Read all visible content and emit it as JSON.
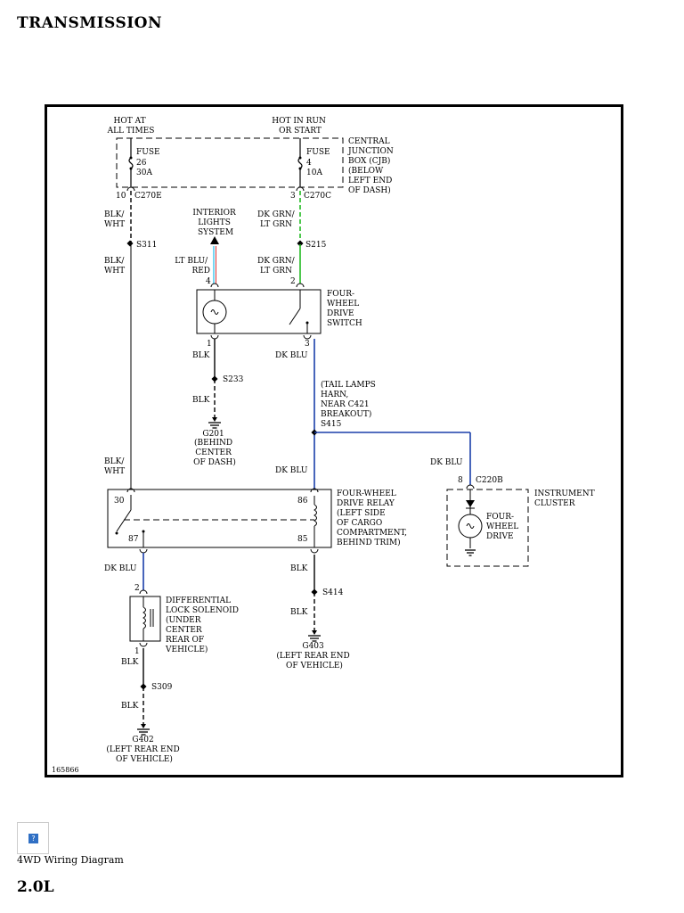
{
  "page": {
    "title": "TRANSMISSION",
    "caption": "4WD Wiring Diagram",
    "subheading": "2.0L"
  },
  "image": {
    "icon": "broken-image-icon",
    "glyph": "?"
  },
  "colors": {
    "green": "#22bb22",
    "blue": "#1a3faa",
    "light_blue": "#55ccee",
    "red": "#dd3333"
  },
  "diagram": {
    "figure_number": "165866",
    "power": {
      "hot_at_all_times": [
        "HOT AT",
        "ALL TIMES"
      ],
      "hot_in_run": [
        "HOT IN RUN",
        "OR START"
      ]
    },
    "fuse_26": [
      "FUSE",
      "26",
      "30A"
    ],
    "fuse_4": [
      "FUSE",
      "4",
      "10A"
    ],
    "cjb": [
      "CENTRAL",
      "JUNCTION",
      "BOX (CJB)",
      "(BELOW",
      "LEFT END",
      "OF DASH)"
    ],
    "c270e": {
      "pin": "10",
      "name": "C270E"
    },
    "c270c": {
      "pin": "3",
      "name": "C270C"
    },
    "wire_blk_wht": [
      "BLK/",
      "WHT"
    ],
    "wire_dk_grn_lt_grn": [
      "DK GRN/",
      "LT GRN"
    ],
    "s311": "S311",
    "s215": "S215",
    "interior_lights": [
      "INTERIOR",
      "LIGHTS",
      "SYSTEM"
    ],
    "wire_lt_blu_red": [
      "LT BLU/",
      "RED"
    ],
    "switch_pins": {
      "p4": "4",
      "p2": "2",
      "p1": "1",
      "p3": "3"
    },
    "four_wheel_drive_switch": [
      "FOUR-",
      "WHEEL",
      "DRIVE",
      "SWITCH"
    ],
    "wire_blk": "BLK",
    "wire_dk_blu": "DK BLU",
    "s233": "S233",
    "g201": [
      "G201",
      "(BEHIND",
      "CENTER",
      "OF DASH)"
    ],
    "tail_lamps": [
      "(TAIL LAMPS",
      "HARN,",
      "NEAR C421",
      "BREAKOUT)"
    ],
    "s415": "S415",
    "c220b": {
      "pin": "8",
      "name": "C220B"
    },
    "instrument_cluster": [
      "INSTRUMENT",
      "CLUSTER"
    ],
    "cluster_lamp": [
      "FOUR-",
      "WHEEL",
      "DRIVE"
    ],
    "relay_pins": {
      "p30": "30",
      "p86": "86",
      "p87": "87",
      "p85": "85"
    },
    "relay": [
      "FOUR-WHEEL",
      "DRIVE RELAY",
      "(LEFT SIDE",
      "OF CARGO",
      "COMPARTMENT,",
      "BEHIND TRIM)"
    ],
    "solenoid_pins": {
      "p2": "2",
      "p1": "1"
    },
    "solenoid": [
      "DIFFERENTIAL",
      "LOCK SOLENOID",
      "(UNDER",
      "CENTER",
      "REAR OF",
      "VEHICLE)"
    ],
    "s414": "S414",
    "g403": [
      "G403",
      "(LEFT REAR END",
      "OF VEHICLE)"
    ],
    "s309": "S309",
    "g402": [
      "G402",
      "(LEFT REAR END",
      "OF VEHICLE)"
    ]
  }
}
